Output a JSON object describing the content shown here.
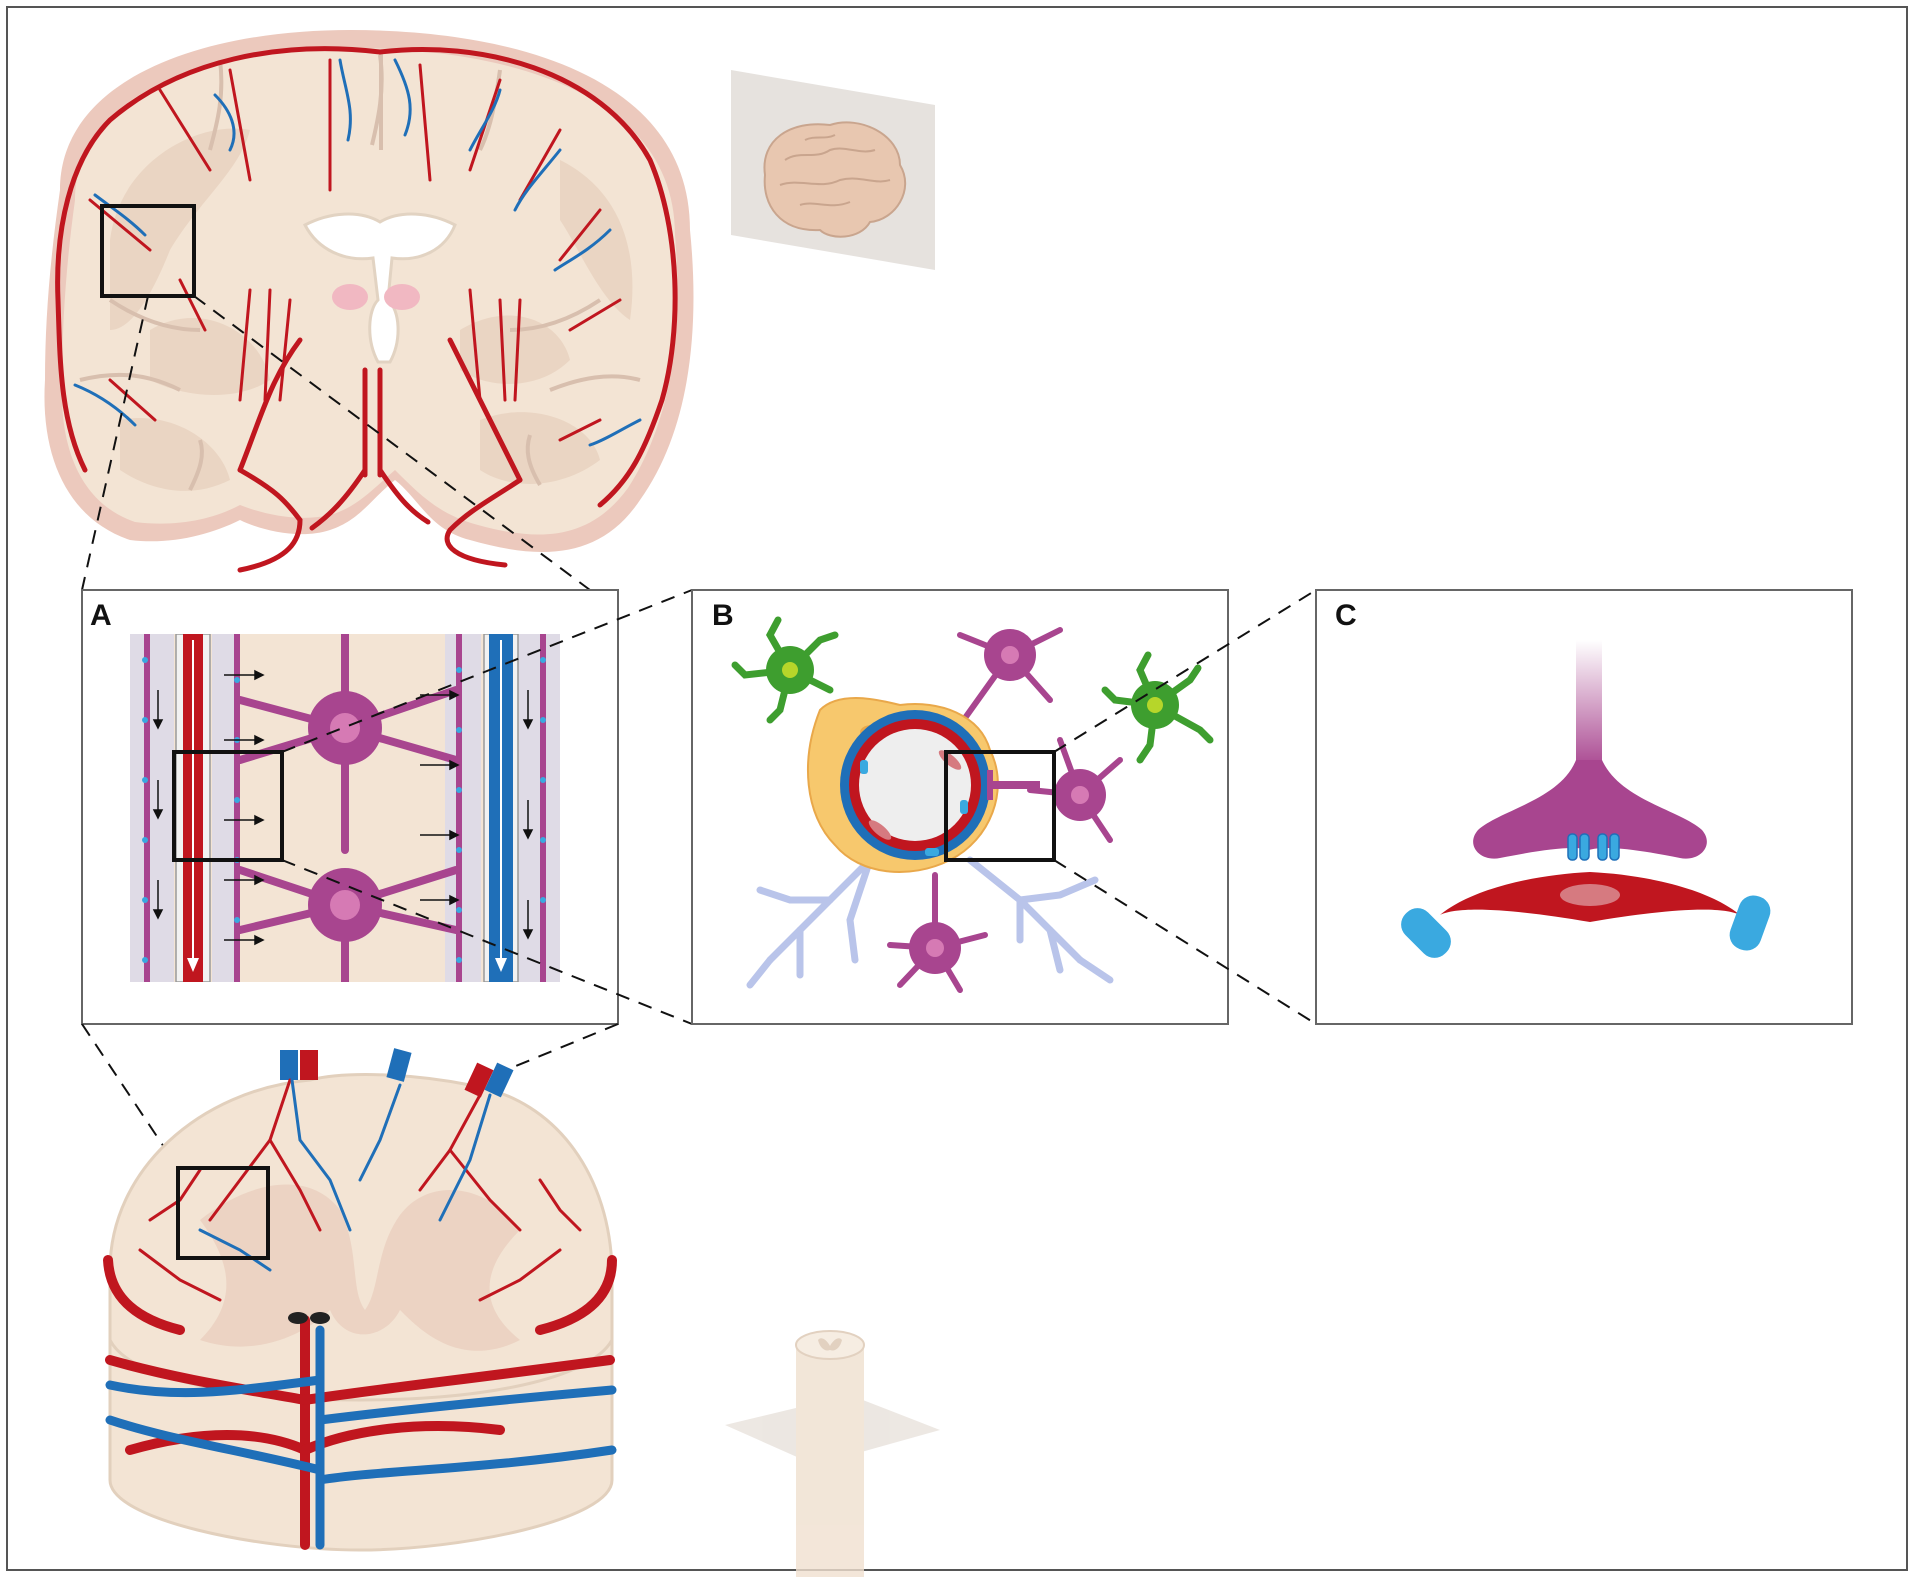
{
  "figure": {
    "panels": [
      {
        "id": "A",
        "label": "A"
      },
      {
        "id": "B",
        "label": "B"
      },
      {
        "id": "C",
        "label": "C"
      }
    ]
  },
  "colors": {
    "artery": "#c0161f",
    "vein": "#1f6fb8",
    "brain_tissue": "#f3e4d4",
    "brain_outline": "#ecc9bd",
    "neuron": "#a8458f",
    "microglia": "#3e9e2f",
    "astrocyte": "#b9c4ea",
    "pericyte": "#f7c86d",
    "junction": "#3aa9e0",
    "frame": "#333333"
  },
  "icons": [
    "brain-coronal-section",
    "brain-orientation-icon",
    "spinal-cord-section",
    "spinal-cord-orientation-icon"
  ]
}
